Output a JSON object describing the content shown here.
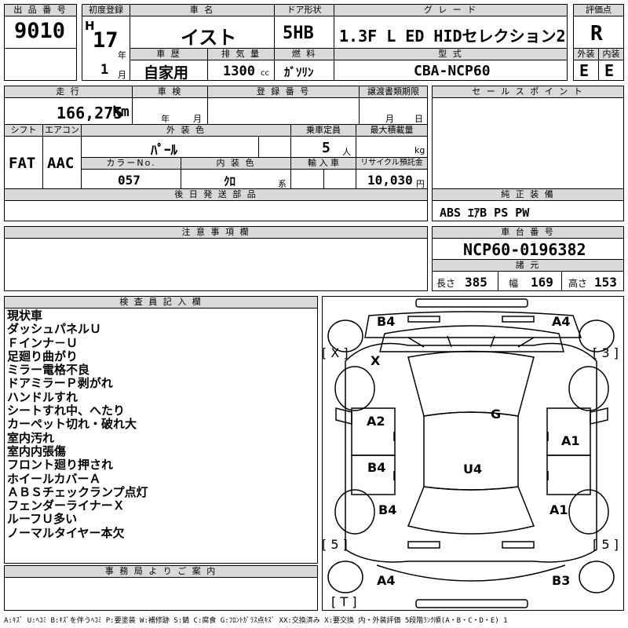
{
  "header": {
    "lot_label": "出 品 番 号",
    "lot_value": "9010",
    "first_reg_label": "初度登録",
    "era_mark": "H",
    "year_value": "17",
    "year_unit": "年",
    "month_value": "1",
    "month_unit": "月",
    "car_name_label": "車 名",
    "car_name_value": "イスト",
    "door_label": "ドア形状",
    "door_value": "5HB",
    "grade_label": "グ レ ー ド",
    "grade_value": "1.3F L ED HIDセレクション2",
    "score_label": "評価点",
    "score_value": "R",
    "history_label": "車 歴",
    "history_value": "自家用",
    "displacement_label": "排 気 量",
    "displacement_value": "1300",
    "displacement_unit": "cc",
    "fuel_label": "燃 料",
    "fuel_value": "ｶﾞｿﾘﾝ",
    "model_label": "型 式",
    "model_value": "CBA-NCP60",
    "exterior_label": "外装",
    "exterior_value": "E",
    "interior_label": "内装",
    "interior_value": "E"
  },
  "specs": {
    "mileage_label": "走 行",
    "mileage_value": "166,275",
    "mileage_unit": "km",
    "inspection_label": "車 検",
    "inspection_year_unit": "年",
    "inspection_month_unit": "月",
    "reg_number_label": "登 録 番 号",
    "transfer_label": "譲渡書類期限",
    "transfer_month_unit": "月",
    "transfer_day_unit": "日",
    "shift_label": "シフト",
    "shift_value": "FAT",
    "ac_label": "エアコン",
    "ac_value": "AAC",
    "exterior_color_label": "外 装 色",
    "exterior_color_value": "ﾊﾟｰﾙ",
    "capacity_label": "乗車定員",
    "capacity_value": "5",
    "capacity_unit": "人",
    "max_load_label": "最大積載量",
    "max_load_unit": "kg",
    "color_no_label": "カラーNo.",
    "color_no_value": "057",
    "interior_color_label": "内 装 色",
    "interior_color_value": "ｸﾛ",
    "interior_color_unit": "系",
    "import_label": "輸 入 車",
    "recycle_label": "リサイクル預託金",
    "recycle_value": "10,030",
    "recycle_unit": "円"
  },
  "sections": {
    "sales_points_label": "セ ー ル ス ポ イ ン ト",
    "later_parts_label": "後 日 発 送 部 品",
    "genuine_equipment_label": "純 正 装 備",
    "genuine_equipment_value": "ABS ｴｱB PS PW",
    "notes_label": "注 意 事 項 欄",
    "chassis_label": "車 台 番 号",
    "chassis_value": "NCP60-0196382",
    "dimensions_label": "諸 元",
    "length_label": "長さ",
    "length_value": "385",
    "width_label": "幅",
    "width_value": "169",
    "height_label": "高さ",
    "height_value": "153",
    "inspector_label": "検 査 員 記 入 欄",
    "office_label": "事 務 局 よ り ご 案 内"
  },
  "inspector_notes": [
    "現状車",
    "ダッシュパネルＵ",
    "Ｆインナ－Ｕ",
    "足廻り曲がり",
    "ミラー電格不良",
    "ドアミラーＰ剥がれ",
    "ハンドルすれ",
    "シートすれ中、へたり",
    "カーペット切れ・破れ大",
    "室内汚れ",
    "室内内張傷",
    "フロント廻り押され",
    "ホイールカバーＡ",
    "ＡＢＳチェックランプ点灯",
    "フェンダーライナーＸ",
    "ルーフＵ多い",
    "ノーマルタイヤー本欠"
  ],
  "diagram": {
    "b4_front_left": "B4",
    "a4_front_right": "A4",
    "bracket_left": "[ X ]",
    "x_mark": "X",
    "bracket_right": "[ 3 ]",
    "g_mark": "G",
    "a2_mark": "A2",
    "a1_mark": "A1",
    "b4_mid_left": "B4",
    "u4_mark": "U4",
    "b4_rear_left": "B4",
    "a1_rear_right": "A1",
    "bracket_rear_left": "[ 5 ]",
    "bracket_rear_right": "[ 5 ]",
    "a4_rear_left": "A4",
    "b3_rear_right": "B3",
    "bracket_trunk": "[ T ]"
  },
  "footer_legend": "A:ｷｽﾞ U:ﾍｺﾐ B:ｷｽﾞを伴うﾍｺﾐ P:要塗装 W:補修跡 S:錆 C:腐食 G:ﾌﾛﾝﾄｶﾞﾗｽ点ｷｽﾞ XX:交換済み X:要交換 内・外装評価 5段階ﾗﾝｸ順(A・B・C・D・E) 1"
}
